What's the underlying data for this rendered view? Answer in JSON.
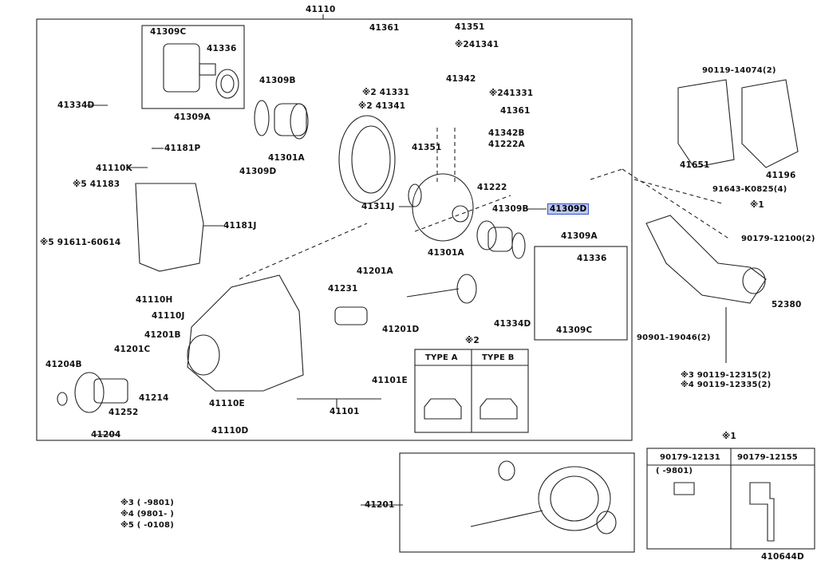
{
  "diagram_id": "410644D",
  "highlighted_part": "41309D",
  "colors": {
    "highlight_fill": "#b9c8f2",
    "highlight_border": "#3a55c8",
    "line": "#222222"
  },
  "labels": {
    "l41110": "41110",
    "l41309c_top": "41309C",
    "l41336_top": "41336",
    "l41309a_top": "41309A",
    "l41334d_left": "41334D",
    "l41309b_top": "41309B",
    "l41301a_top": "41301A",
    "l41309d_top": "41309D",
    "l41361_a": "41361",
    "l41351_a": "41351",
    "l2_41341_a": "※241341",
    "l41342": "41342",
    "l2_41331_a": "※2 41331",
    "l2_41331_b": "※241331",
    "l2_41341_b": "※2 41341",
    "l41361_b": "41361",
    "l41351_b": "41351",
    "l41342b": "41342B",
    "l41222a": "41222A",
    "l41222": "41222",
    "l41181p": "41181P",
    "l41110k": "41110K",
    "l5_41183": "※5 41183",
    "l41181j": "41181J",
    "l5_91611": "※5  91611-60614",
    "l41311j": "41311J",
    "l41309b_mid": "41309B",
    "l41309d_hi": "41309D",
    "l41301a_mid": "41301A",
    "l41309a_mid": "41309A",
    "l41336_mid": "41336",
    "l41309c_mid": "41309C",
    "l41201a": "41201A",
    "l41231": "41231",
    "l41201d": "41201D",
    "l41334d_mid": "41334D",
    "l41110h": "41110H",
    "l41110j": "41110J",
    "l41201b": "41201B",
    "l41201c": "41201C",
    "l41204b": "41204B",
    "l41214": "41214",
    "l41252": "41252",
    "l41204": "41204",
    "l41110e": "41110E",
    "l41110d": "41110D",
    "l41101": "41101",
    "l41101e": "41101E",
    "l2_note": "※2",
    "type_a": "TYPE A",
    "type_b": "TYPE B",
    "l90119_14074": "90119-14074(2)",
    "l41651": "41651",
    "l41196": "41196",
    "l91643": "91643-K0825(4)",
    "l1_a": "※1",
    "l90179_12100": "90179-12100(2)",
    "l52380": "52380",
    "l90901": "90901-19046(2)",
    "l3_90119": "※3 90119-12315(2)",
    "l4_90119": "※4 90119-12335(2)",
    "l41201_bottom": "41201",
    "l1_b": "※1",
    "l90179_12131": "90179-12131",
    "l90179_12155": "90179-12155",
    "l9801_range": "(    -9801)",
    "n3": "※3 (     -9801)",
    "n4": "※4 (9801-      )",
    "n5": "※5 (      -0108)",
    "code": "410644D"
  }
}
